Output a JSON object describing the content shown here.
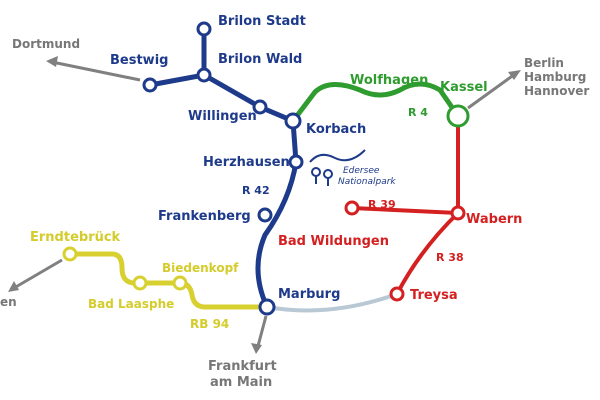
{
  "colors": {
    "blue": "#1e3a8a",
    "green": "#2e9c2e",
    "red": "#d42020",
    "yellow": "#d8d030",
    "grey": "#808080",
    "light": "#b8c8d4"
  },
  "lines": {
    "blue": "R 42",
    "green": "R 4",
    "red1": "R 39",
    "red2": "R 38",
    "yellow": "RB 94"
  },
  "stations": {
    "brilon_stadt": "Brilon Stadt",
    "brilon_wald": "Brilon Wald",
    "bestwig": "Bestwig",
    "willingen": "Willingen",
    "korbach": "Korbach",
    "herzhausen": "Herzhausen",
    "frankenberg": "Frankenberg",
    "marburg": "Marburg",
    "wolfhagen": "Wolfhagen",
    "kassel": "Kassel",
    "wabern": "Wabern",
    "bad_wildungen": "Bad Wildungen",
    "treysa": "Treysa",
    "erndtebrueck": "Erndtebrück",
    "biedenkopf": "Biedenkopf",
    "bad_laasphe": "Bad Laasphe"
  },
  "destinations": {
    "dortmund": "Dortmund",
    "berlin": "Berlin",
    "hamburg": "Hamburg",
    "hannover": "Hannover",
    "siegen_partial": "en",
    "frankfurt1": "Frankfurt",
    "frankfurt2": "am Main"
  },
  "park": {
    "line1": "Edersee",
    "line2": "Nationalpark"
  }
}
